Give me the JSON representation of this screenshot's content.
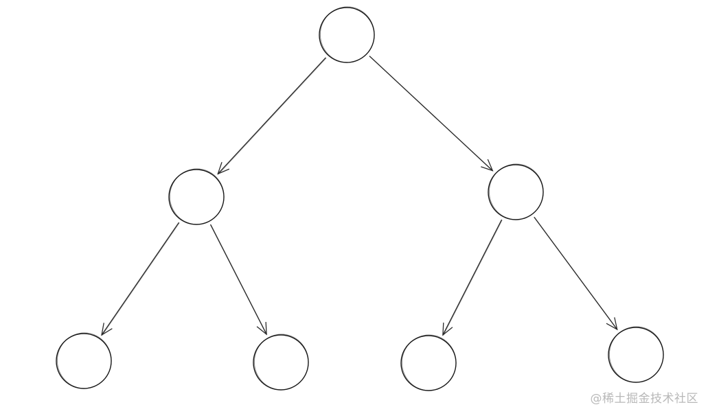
{
  "diagram": {
    "type": "binary-tree",
    "levels": 3,
    "nodes": [
      {
        "id": "root",
        "level": 0,
        "label": ""
      },
      {
        "id": "left",
        "level": 1,
        "label": ""
      },
      {
        "id": "right",
        "level": 1,
        "label": ""
      },
      {
        "id": "left-left",
        "level": 2,
        "label": ""
      },
      {
        "id": "left-right",
        "level": 2,
        "label": ""
      },
      {
        "id": "right-left",
        "level": 2,
        "label": ""
      },
      {
        "id": "right-right",
        "level": 2,
        "label": ""
      }
    ],
    "edges": [
      {
        "from": "root",
        "to": "left"
      },
      {
        "from": "root",
        "to": "right"
      },
      {
        "from": "left",
        "to": "left-left"
      },
      {
        "from": "left",
        "to": "left-right"
      },
      {
        "from": "right",
        "to": "right-left"
      },
      {
        "from": "right",
        "to": "right-right"
      }
    ],
    "stroke_color": "#1a1a1a"
  },
  "watermark": {
    "text": "@稀土掘金技术社区",
    "color": "#b8b8b8"
  }
}
